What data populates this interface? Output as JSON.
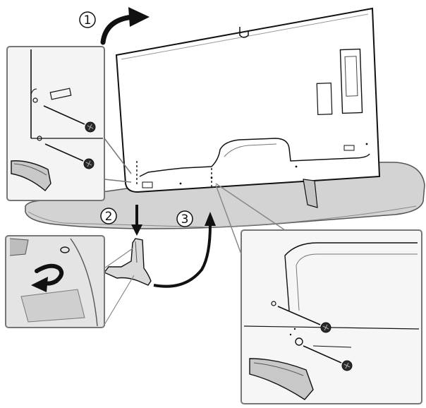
{
  "steps": [
    {
      "number": "1",
      "label": "①"
    },
    {
      "number": "2",
      "label": "②"
    },
    {
      "number": "3",
      "label": "③"
    }
  ],
  "colors": {
    "line": "#111111",
    "panel_fill": "#cfcfcf",
    "panel_border": "#8a8a8a",
    "tv_back": "#ffffff",
    "inset_bg": "#f5f5f5",
    "dark": "#2a2a2a"
  },
  "icons": {
    "rotate_arrow": "curved-arrow-icon",
    "screw": "screw-icon",
    "pivot_arrow": "rotate-arrow-icon"
  }
}
